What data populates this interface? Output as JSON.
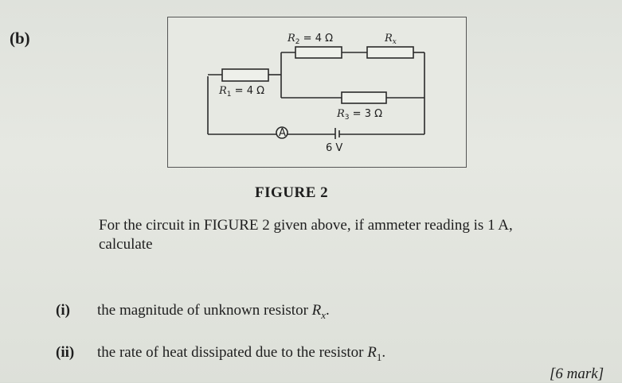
{
  "part_label": "(b)",
  "figure": {
    "caption": "FIGURE 2",
    "labels": {
      "r2": "R",
      "r2_sub": "2",
      "r2_val": " = 4 Ω",
      "rx": "R",
      "rx_sub": "x",
      "r1": "R",
      "r1_sub": "1",
      "r1_val": " = 4 Ω",
      "r3": "R",
      "r3_sub": "3",
      "r3_val": " = 3 Ω",
      "ammeter": "A",
      "battery": "6 V"
    }
  },
  "question": {
    "line1": "For the circuit in FIGURE 2 given above, if ammeter reading is 1 A,",
    "line2": "calculate"
  },
  "subquestions": [
    {
      "number": "(i)",
      "text": "the magnitude of unknown resistor",
      "symbol": "R",
      "symbol_sub": "x",
      "end": "."
    },
    {
      "number": "(ii)",
      "text": "the rate of heat dissipated due to the resistor",
      "symbol": "R",
      "symbol_sub": "1",
      "end": "."
    }
  ],
  "marks": "[6 mark]"
}
